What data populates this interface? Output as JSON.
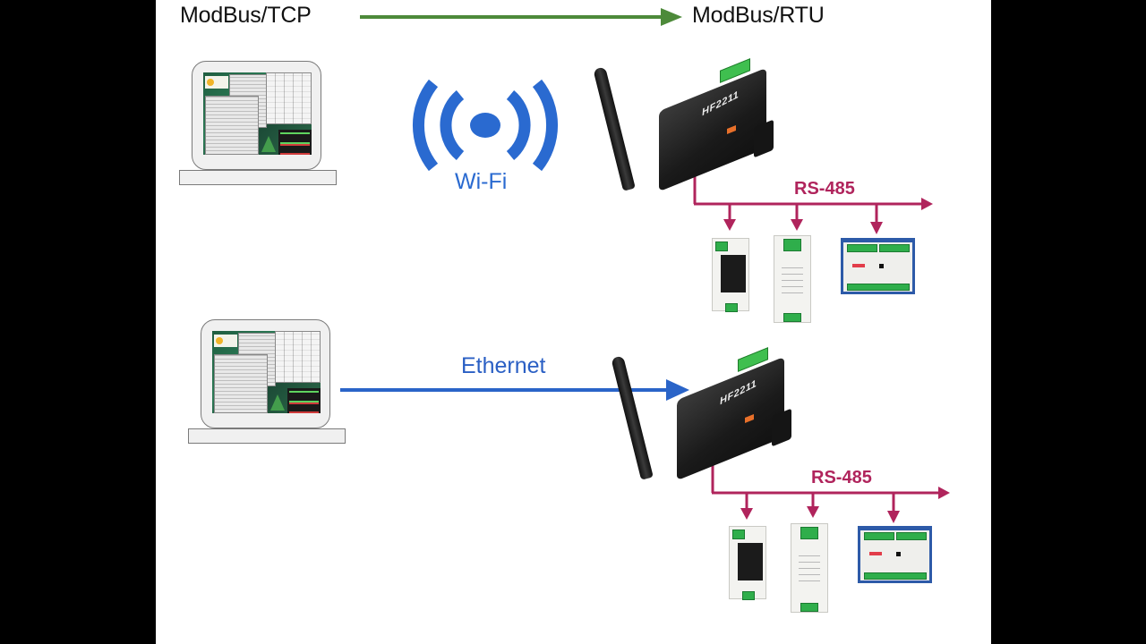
{
  "header": {
    "left_protocol": "ModBus/TCP",
    "right_protocol": "ModBus/RTU",
    "arrow_color": "#4d8a3a"
  },
  "colors": {
    "wifi_blue": "#2a6ad0",
    "ethernet_blue": "#2a64c8",
    "rs485_magenta": "#b0245c",
    "background": "#ffffff",
    "letterbox": "#000000"
  },
  "top_section": {
    "link_type": "wireless",
    "link_label": "Wi-Fi",
    "client": {
      "type": "laptop",
      "screen": "SCADA software collage"
    },
    "gateway": {
      "model_label": "HF2211",
      "type": "Serial-to-WiFi/Ethernet server"
    },
    "bus_label": "RS-485",
    "devices": [
      {
        "type": "DIN-rail power meter module"
      },
      {
        "type": "DIN-rail I/O module"
      },
      {
        "type": "DIN-rail multi-channel controller"
      }
    ]
  },
  "bottom_section": {
    "link_type": "wired",
    "link_label": "Ethernet",
    "client": {
      "type": "laptop",
      "screen": "SCADA software collage"
    },
    "gateway": {
      "model_label": "HF2211",
      "type": "Serial-to-WiFi/Ethernet server"
    },
    "bus_label": "RS-485",
    "devices": [
      {
        "type": "DIN-rail power meter module"
      },
      {
        "type": "DIN-rail I/O module"
      },
      {
        "type": "DIN-rail multi-channel controller"
      }
    ]
  }
}
